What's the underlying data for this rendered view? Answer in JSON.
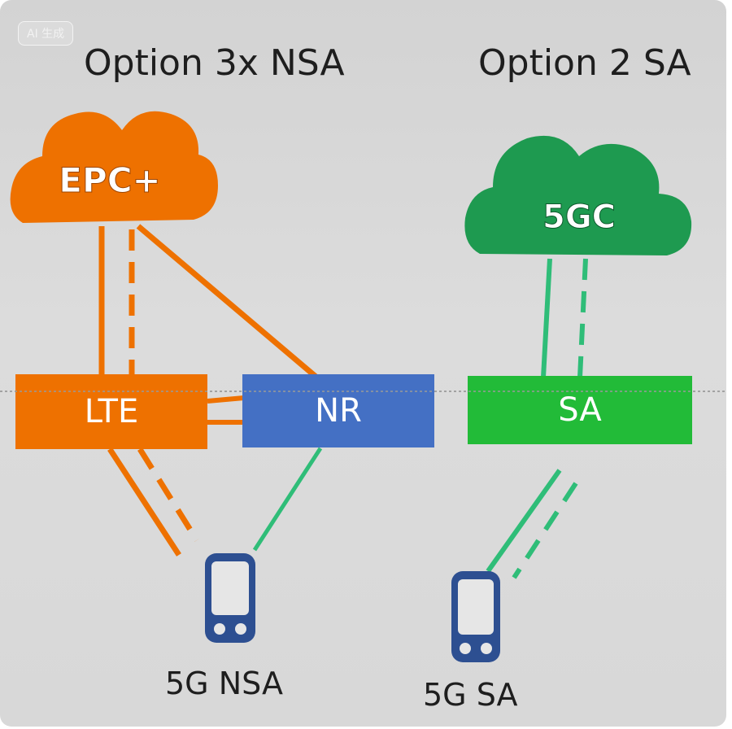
{
  "badge": "AI 生成",
  "titles": {
    "left": "Option 3x NSA",
    "right": "Option 2 SA"
  },
  "clouds": {
    "epc": "EPC+",
    "fivegc": "5GC"
  },
  "boxes": {
    "lte": "LTE",
    "nr": "NR",
    "sa": "SA"
  },
  "devices": {
    "nsa": "5G NSA",
    "sa": "5G SA"
  },
  "colors": {
    "orange": "#ee7100",
    "blue": "#4470c4",
    "green_box": "#22bb38",
    "green_cloud": "#1e9a50",
    "green_link": "#2fbd78",
    "device": "#2d4f91"
  }
}
